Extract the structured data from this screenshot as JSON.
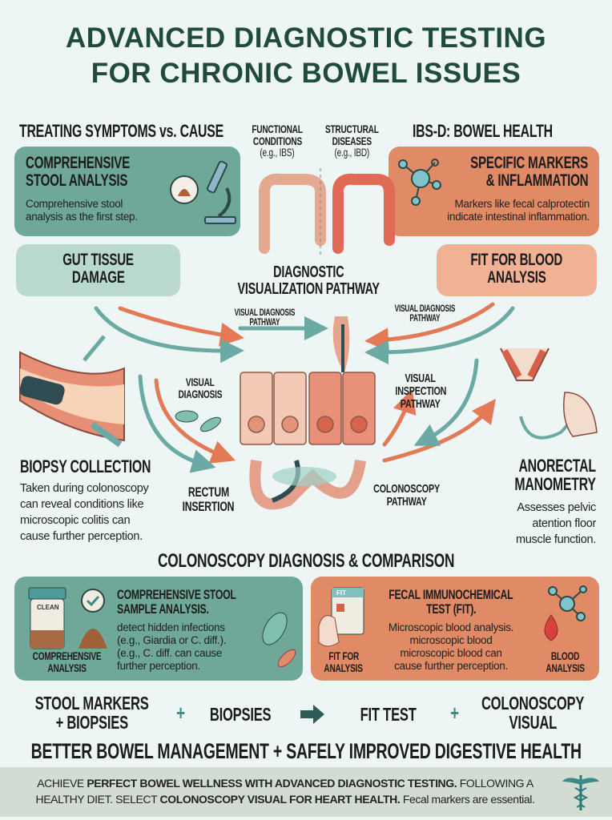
{
  "title": {
    "line1": "ADVANCED DIAGNOSTIC TESTING",
    "line2": "FOR CHRONIC BOWEL ISSUES"
  },
  "colors": {
    "title": "#1f4a3c",
    "teal": "#6fa898",
    "teal_light": "#b9d9cf",
    "orange": "#e08a66",
    "orange_light": "#f1b195",
    "footer": "#d3dcd3"
  },
  "top_row": {
    "left_heading": "TREATING SYMPTOMS vs. CAUSE",
    "functional": {
      "line1": "FUNCTIONAL",
      "line2": "CONDITIONS",
      "line3": "(e.g., IBS)"
    },
    "structural": {
      "line1": "STRUCTURAL",
      "line2": "DISEASES",
      "line3": "(e.g., IBD)"
    },
    "right_heading": "IBS-D: BOWEL HEALTH"
  },
  "stool_card": {
    "title1": "COMPREHENSIVE",
    "title2": "STOOL ANALYSIS",
    "desc1": "Comprehensive stool",
    "desc2": "analysis as the first step.",
    "icons": [
      "stool-icon",
      "microscope-icon"
    ]
  },
  "markers_card": {
    "title1": "SPECIFIC MARKERS",
    "title2": "& INFLAMMATION",
    "desc1": "Markers like fecal calprotectin",
    "desc2": "indicate intestinal inflammation.",
    "icons": [
      "molecule-icon"
    ]
  },
  "gut_tissue": {
    "line1": "GUT TISSUE",
    "line2": "DAMAGE"
  },
  "fit_blood": {
    "line1": "FIT FOR BLOOD",
    "line2": "ANALYSIS"
  },
  "center_heading": {
    "line1": "DIAGNOSTIC",
    "line2": "VISUALIZATION PATHWAY"
  },
  "pathway_labels": {
    "visual_left": {
      "line1": "VISUAL DIAGNOSIS",
      "line2": "PATHWAY"
    },
    "visual_right": {
      "line1": "VISUAL DIAGNOSIS",
      "line2": "PATHWAY"
    },
    "visual_diagnosis": {
      "line1": "VISUAL",
      "line2": "DIAGNOSIS"
    },
    "visual_inspection": {
      "line1": "VISUAL",
      "line2": "INSPECTION",
      "line3": "PATHWAY"
    },
    "rectum": {
      "line1": "RECTUM",
      "line2": "INSERTION"
    },
    "colonoscopy": {
      "line1": "COLONOSCOPY",
      "line2": "PATHWAY"
    }
  },
  "biopsy": {
    "title": "BIOPSY COLLECTION",
    "lines": [
      "Taken during colonoscopy",
      "can reveal conditions like",
      "microscopic colitis can",
      "cause further perception."
    ]
  },
  "manometry": {
    "title1": "ANORECTAL",
    "title2": "MANOMETRY",
    "lines": [
      "Assesses pelvic",
      "atention floor",
      "muscle function."
    ]
  },
  "comparison_heading": "COLONOSCOPY DIAGNOSIS & COMPARISON",
  "stool_sample_card": {
    "jar_label": "CLEAN",
    "caption1": "COMPREHENSIVE",
    "caption2": "ANALYSIS",
    "title1": "COMPREHENSIVE STOOL",
    "title2": "SAMPLE ANALYSIS.",
    "lines": [
      "detect hidden infections",
      "(e.g., Giardia or C. diff.).",
      "(e.g., C. diff. can cause",
      "further perception."
    ]
  },
  "fit_card": {
    "card_label": "FIT",
    "caption_left1": "FIT FOR",
    "caption_left2": "ANALYSIS",
    "title1": "FECAL IMMUNOCHEMICAL",
    "title2": "TEST (FIT).",
    "lines": [
      "Microscopic blood analysis.",
      "microscopic blood",
      "microscopic blood can",
      "cause further perception."
    ],
    "caption_right1": "BLOOD",
    "caption_right2": "ANALYSIS"
  },
  "formula": {
    "item1a": "STOOL MARKERS",
    "item1b": "+ BIOPSIES",
    "plus1": "+",
    "item2": "BIOPSIES",
    "item3": "FIT TEST",
    "plus2": "+",
    "item4a": "COLONOSCOPY",
    "item4b": "VISUAL"
  },
  "result_line": "BETTER BOWEL MANAGEMENT + SAFELY IMPROVED DIGESTIVE HEALTH",
  "footer": {
    "p1": "ACHIEVE ",
    "b1": "PERFECT BOWEL WELLNESS WITH ADVANCED DIAGNOSTIC TESTING.",
    "p2": " FOLLOWING A HEALTHY DIET. SELECT ",
    "b2": "COLONOSCOPY VISUAL FOR HEART HEALTH.",
    "p3": " Fecal markers are essential.",
    "icon": "caduceus-icon"
  }
}
